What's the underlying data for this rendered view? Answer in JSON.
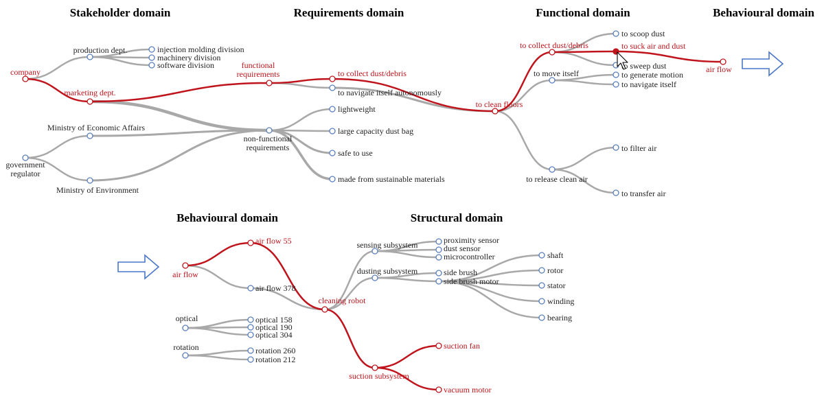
{
  "colors": {
    "grey": "#a8a8a8",
    "red": "#c0141c",
    "node_blue": "#5a7fc0",
    "arrow": "#4a76c8"
  },
  "headings": {
    "stakeholder": "Stakeholder domain",
    "requirements": "Requirements domain",
    "functional": "Functional domain",
    "behavioural_top": "Behavioural domain",
    "behavioural_bottom": "Behavioural domain",
    "structural": "Structural domain"
  },
  "nodes": {
    "company": "company",
    "production": "production dept.",
    "marketing": "marketing dept.",
    "injection": "injection molding division",
    "machinery": "machinery division",
    "software": "software division",
    "govreg": "government regulator",
    "econ": "Ministry of Economic Affairs",
    "env": "Ministry of Environment",
    "funcreq": "functional requirements",
    "nonfunc": "non-functional requirements",
    "collect_req": "to collect dust/debris",
    "navigate_auto": "to navigate itself autonomously",
    "lightweight": "lightweight",
    "dustbag": "large capacity dust bag",
    "safe": "safe to use",
    "sustainable": "made from sustainable materials",
    "clean": "to clean floors",
    "collect_fn": "to collect dust/debris",
    "moveitself": "to move itself",
    "release": "to release clean air",
    "scoop": "to scoop dust",
    "suck": "to suck air and dust",
    "sweep": "to sweep dust",
    "genmotion": "to generate motion",
    "navself": "to navigate itself",
    "filter": "to filter air",
    "transfer": "to transfer air",
    "airflow_top": "air flow",
    "airflow": "air flow",
    "af55": "air flow 55",
    "af378": "air flow 378",
    "optical": "optical",
    "op158": "optical 158",
    "op190": "optical 190",
    "op304": "optical 304",
    "rotation": "rotation",
    "rot260": "rotation 260",
    "rot212": "rotation 212",
    "robot": "cleaning robot",
    "sensing": "sensing subsystem",
    "dusting": "dusting subsystem",
    "suction": "suction subsystem",
    "proximity": "proximity sensor",
    "dustsensor": "dust sensor",
    "micro": "microcontroller",
    "sidebrush": "side brush",
    "sbmotor": "side brush motor",
    "shaft": "shaft",
    "rotor": "rotor",
    "stator": "stator",
    "winding": "winding",
    "bearing": "bearing",
    "sucfan": "suction fan",
    "vacmotor": "vacuum motor"
  }
}
